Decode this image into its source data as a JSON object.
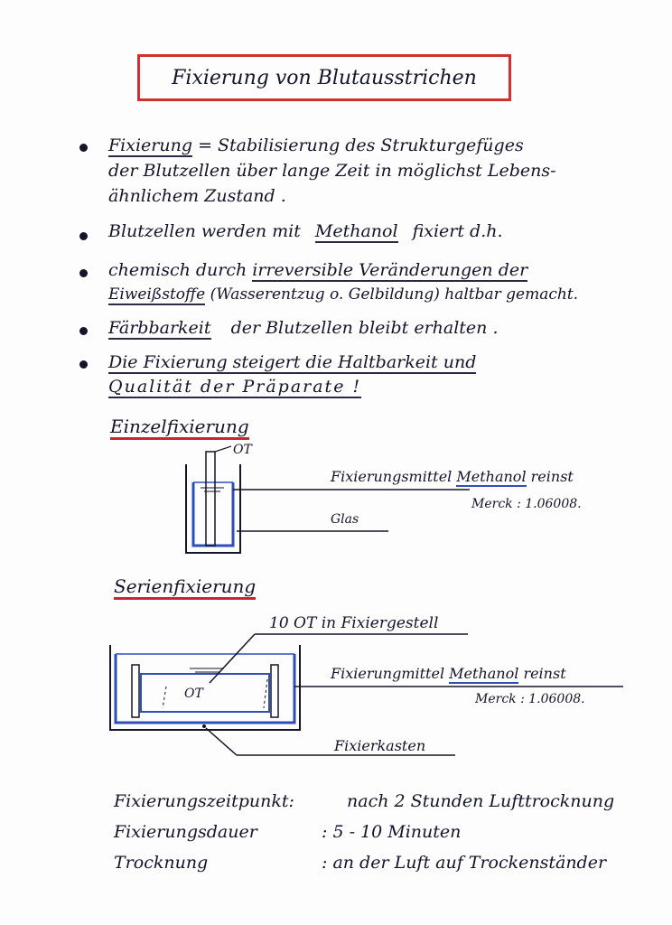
{
  "title": "Fixierung von Blutausstrichen",
  "bullets": {
    "b1": {
      "term": "Fixierung",
      "line1_rest": "= Stabilisierung des Strukturgefüges",
      "line2": "der Blutzellen über lange Zeit in möglichst Lebens-",
      "line3": "ähnlichem Zustand ."
    },
    "b2": {
      "pre": "Blutzellen werden mit",
      "term": "Methanol",
      "post": "fixiert d.h."
    },
    "b3": {
      "pre": "chemisch durch",
      "term": "irreversible Veränderungen der",
      "term2": "Eiweißstoffe",
      "post": "(Wasserentzug o. Gelbildung) haltbar gemacht."
    },
    "b4": {
      "term": "Färbbarkeit",
      "post": "der Blutzellen bleibt erhalten ."
    },
    "b5": {
      "line1": "Die Fixierung steigert die Haltbarkeit und",
      "line2": "Qualität der Präparate !"
    }
  },
  "einzel": {
    "heading": "Einzelfixierung",
    "ot_label": "OT",
    "agent_prefix": "Fixierungsmittel",
    "agent": "Methanol",
    "agent_suffix": "reinst",
    "merck": "Merck : 1.06008.",
    "glas": "Glas"
  },
  "serien": {
    "heading": "Serienfixierung",
    "ot_label": "10 OT in Fixiergestell",
    "ot_inner": "OT",
    "agent_prefix": "Fixierungmittel",
    "agent": "Methanol",
    "agent_suffix": "reinst",
    "merck": "Merck : 1.06008.",
    "box_label": "Fixierkasten"
  },
  "summary": [
    {
      "key": "Fixierungszeitpunkt:",
      "value": "nach 2 Stunden Lufttrocknung"
    },
    {
      "key": "Fixierungsdauer",
      "value": ": 5 - 10 Minuten"
    },
    {
      "key": "Trocknung",
      "value": ": an der Luft auf Trockenständer"
    }
  ],
  "colors": {
    "title_border": "#d23030",
    "heading_underline": "#c52828",
    "liquid": "#2f4fb8",
    "ink": "#14142a"
  }
}
